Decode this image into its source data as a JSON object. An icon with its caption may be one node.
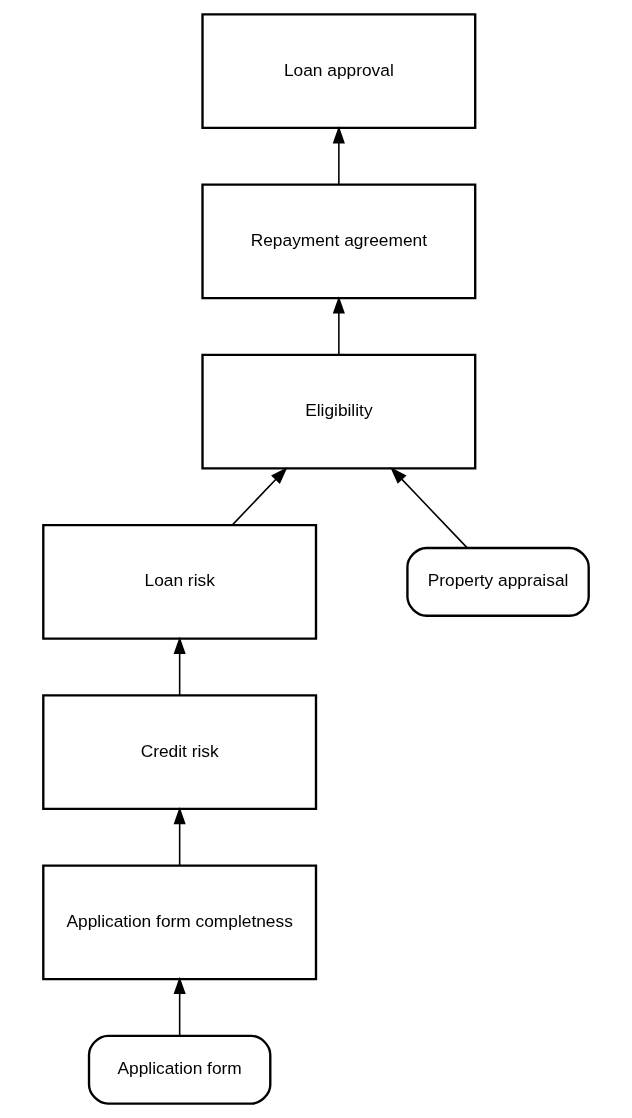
{
  "diagram": {
    "nodes": [
      {
        "text": [
          "Loan approval"
        ]
      },
      {
        "text": [
          "Repayment agreement"
        ]
      },
      {
        "text": [
          "Eligibility"
        ]
      },
      {
        "text": [
          "Loan risk"
        ]
      },
      {
        "text": [
          "Property appraisal"
        ]
      },
      {
        "text": [
          "Credit risk"
        ]
      },
      {
        "text": [
          "Application form completness"
        ]
      },
      {
        "text": [
          "Application form"
        ]
      }
    ],
    "edges": [
      {
        "from": 1,
        "to": 0,
        "arrow": "to"
      },
      {
        "from": 2,
        "to": 1,
        "arrow": "to"
      },
      {
        "from": 3,
        "to": 2,
        "arrow": "to"
      },
      {
        "from": 4,
        "to": 2,
        "arrow": "to"
      },
      {
        "from": 5,
        "to": 3,
        "arrow": "to"
      },
      {
        "from": 6,
        "to": 5,
        "arrow": "to"
      },
      {
        "from": 7,
        "to": 6,
        "arrow": "to"
      }
    ]
  }
}
